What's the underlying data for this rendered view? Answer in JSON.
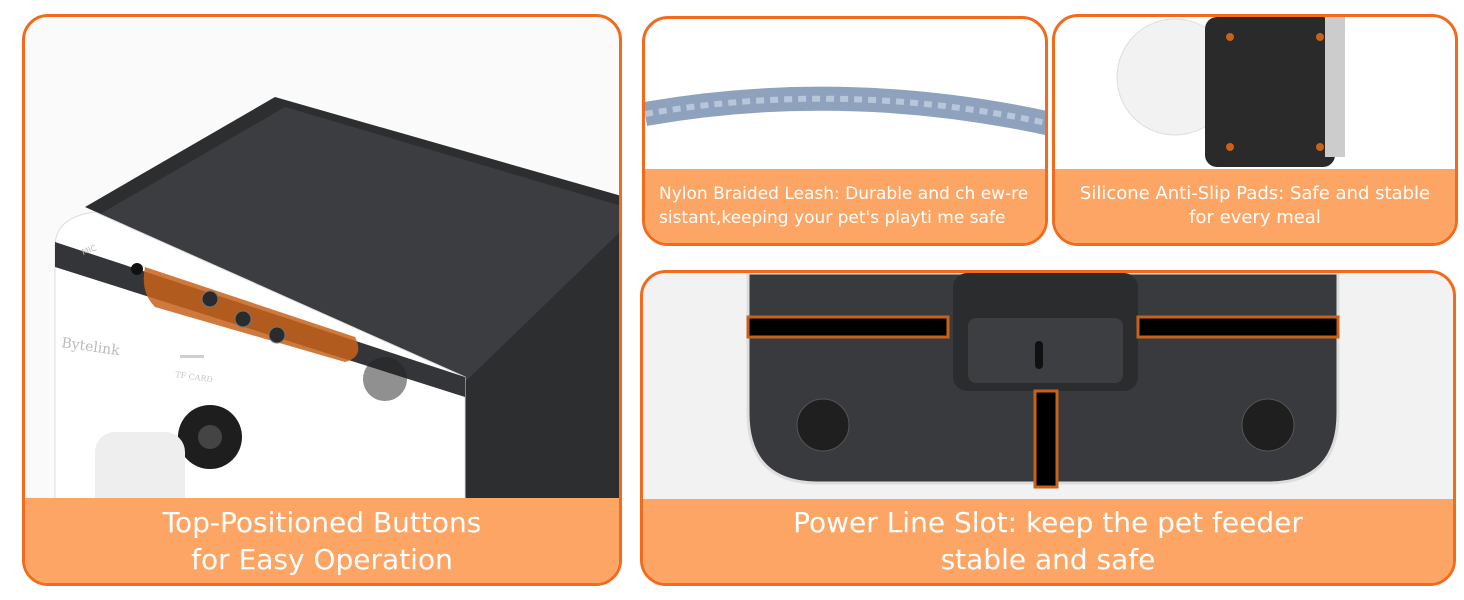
{
  "panels": {
    "buttons": {
      "caption_line1": "Top-Positioned Buttons",
      "caption_line2": "for Easy Operation",
      "brand": "Bytelink",
      "mic_label": "MIC",
      "tf_label": "TF CARD"
    },
    "leash": {
      "caption": "Nylon Braided Leash: Durable and ch ew-resistant,keeping your pet's playti me safe"
    },
    "pads": {
      "caption_line1": "Silicone Anti-Slip Pads: Safe and stable",
      "caption_line2": "for every meal"
    },
    "slot": {
      "caption_line1": "Power Line Slot: keep the pet feeder",
      "caption_line2": "stable and safe"
    }
  },
  "colors": {
    "border": "#f26a1b",
    "caption_bg": "#fca565",
    "highlight": "#c8621a"
  }
}
